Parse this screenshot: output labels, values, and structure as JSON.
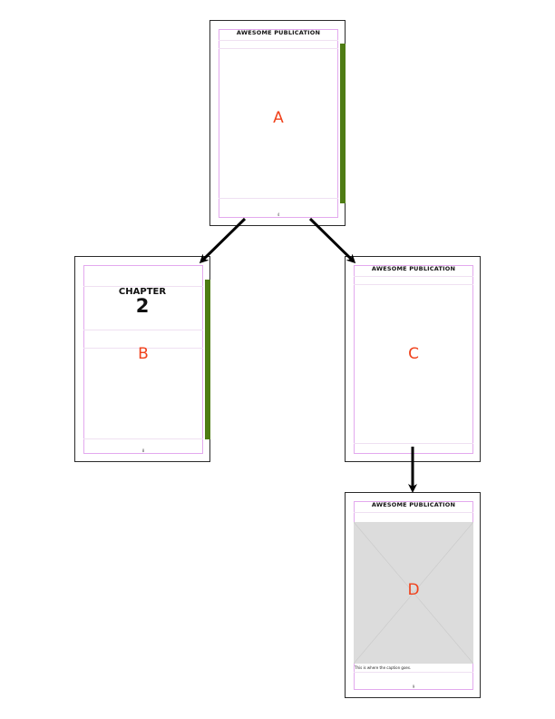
{
  "pages": {
    "a": {
      "letter": "A",
      "header": "AWESOME PUBLICATION",
      "folio": "4"
    },
    "b": {
      "letter": "B",
      "chapter_label": "CHAPTER",
      "chapter_number": "2",
      "folio": "8"
    },
    "c": {
      "letter": "C",
      "header": "AWESOME PUBLICATION"
    },
    "d": {
      "letter": "D",
      "header": "AWESOME PUBLICATION",
      "caption": "This is where the caption goes.",
      "folio": "9"
    }
  },
  "colors": {
    "label": "#f0421c",
    "tab": "#4f7c14",
    "margin_guide": "#e3a9ee",
    "image_placeholder": "#dcdcdc",
    "arrow": "#000000"
  }
}
